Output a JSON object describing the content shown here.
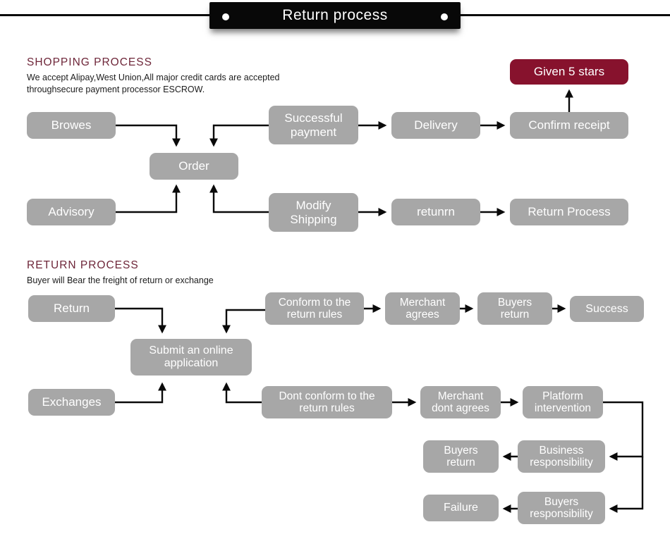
{
  "banner": {
    "title": "Return process"
  },
  "colors": {
    "accent_maroon": "#87122d",
    "heading_maroon": "#6e2639",
    "node_gray": "#a7a7a7",
    "line_black": "#0a0a0a"
  },
  "shopping_section": {
    "heading": "SHOPPING PROCESS",
    "desc_line1": "We accept Alipay,West Union,All major credit cards are accepted",
    "desc_line2": "throughsecure payment processor ESCROW."
  },
  "return_section": {
    "heading": "RETURN PROCESS",
    "desc": "Buyer will Bear the freight of return or exchange"
  },
  "nodes": {
    "browes": {
      "label": "Browes"
    },
    "order": {
      "label": "Order"
    },
    "advisory": {
      "label": "Advisory"
    },
    "successful_payment": {
      "label": "Successful\npayment"
    },
    "delivery": {
      "label": "Delivery"
    },
    "confirm_receipt": {
      "label": "Confirm receipt"
    },
    "given_5_stars": {
      "label": "Given 5 stars"
    },
    "modify_shipping": {
      "label": "Modify\nShipping"
    },
    "retunrn": {
      "label": "retunrn"
    },
    "return_process": {
      "label": "Return Process"
    },
    "return": {
      "label": "Return"
    },
    "submit_application": {
      "label": "Submit an online\napplication"
    },
    "exchanges": {
      "label": "Exchanges"
    },
    "conform_rules": {
      "label": "Conform to the\nreturn rules"
    },
    "merchant_agrees": {
      "label": "Merchant\nagrees"
    },
    "buyers_return_top": {
      "label": "Buyers\nreturn"
    },
    "success": {
      "label": "Success"
    },
    "dont_conform_rules": {
      "label": "Dont conform to the\nreturn rules"
    },
    "merchant_dont_agrees": {
      "label": "Merchant\ndont agrees"
    },
    "platform_intervention": {
      "label": "Platform\nintervention"
    },
    "business_responsibility": {
      "label": "Business\nresponsibility"
    },
    "buyers_return_bottom": {
      "label": "Buyers\nreturn"
    },
    "failure": {
      "label": "Failure"
    },
    "buyers_responsibility": {
      "label": "Buyers\nresponsibility"
    }
  }
}
